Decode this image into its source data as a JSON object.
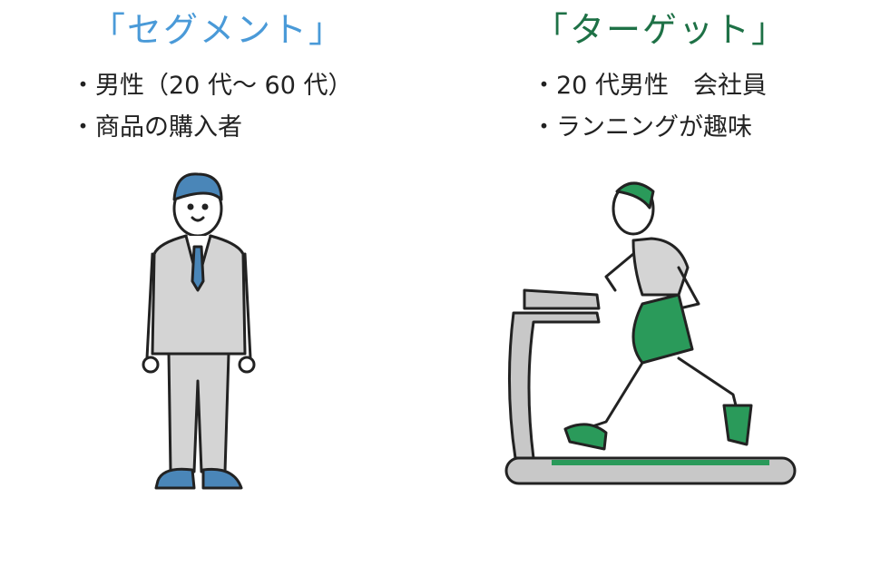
{
  "segment": {
    "title": "「セグメント」",
    "color": "#4a9ad8",
    "items": [
      "・男性（20 代〜 60 代）",
      "・商品の購入者"
    ]
  },
  "target": {
    "title": "「ターゲット」",
    "color": "#1e7146",
    "items": [
      "・20 代男性　会社員",
      "・ランニングが趣味"
    ]
  }
}
